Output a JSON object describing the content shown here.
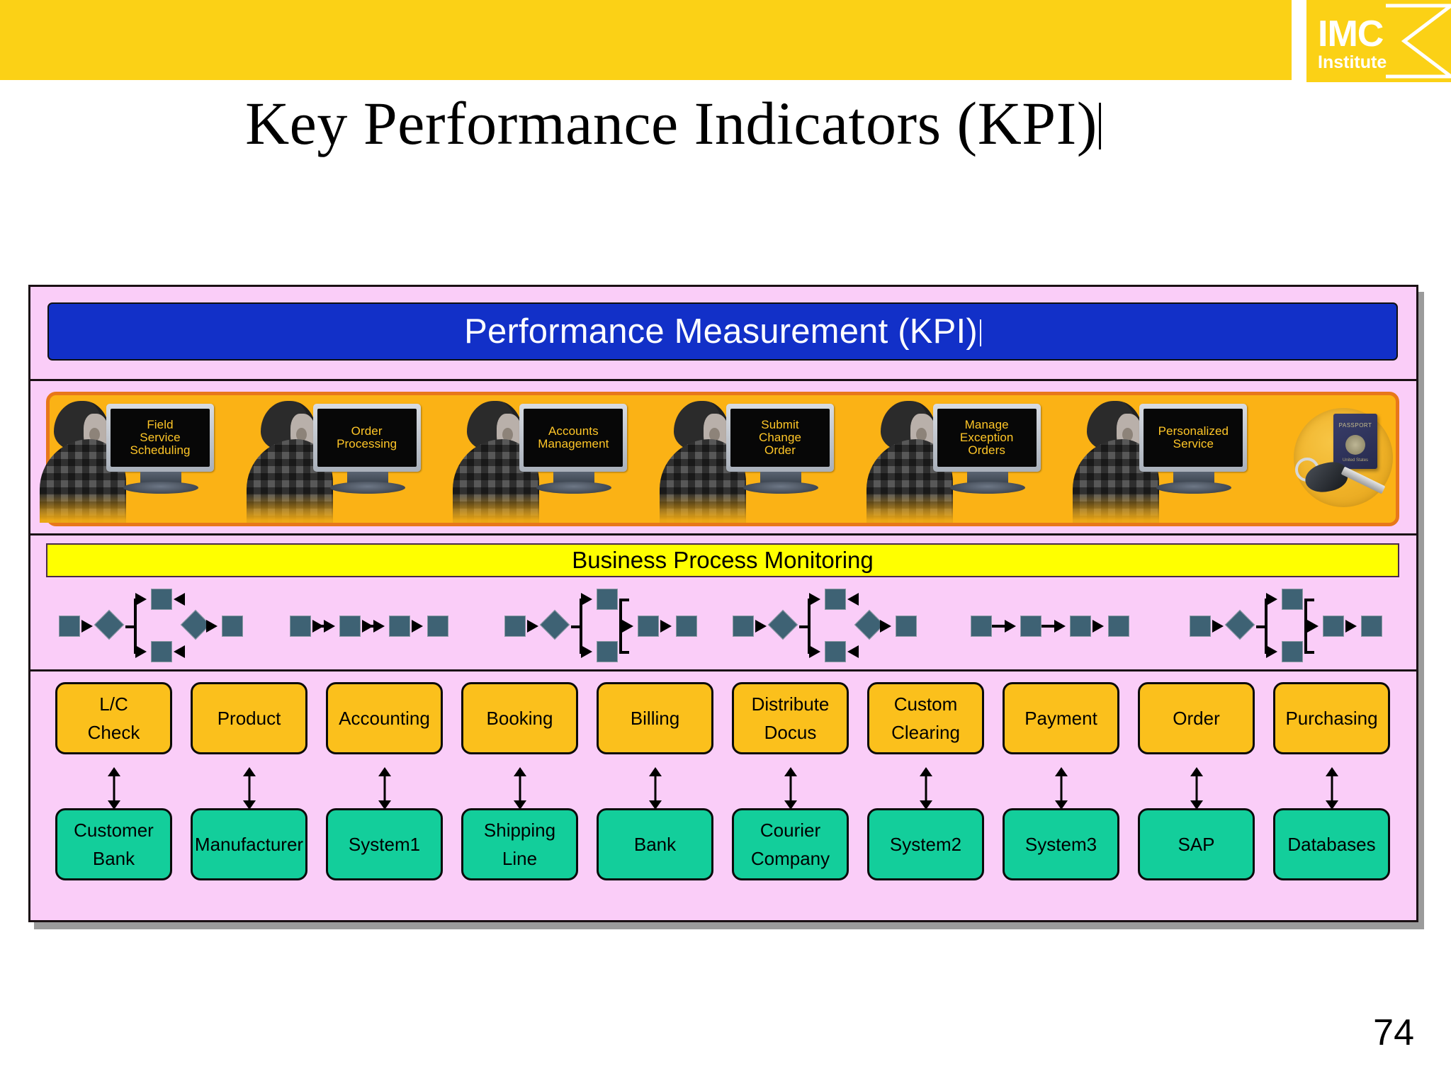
{
  "header": {
    "bar_color": "#FBD116",
    "logo": {
      "name": "IMC",
      "subtitle": "Institute",
      "icon": "chevron-logo-icon"
    }
  },
  "title": {
    "text": "Key Performance Indicators (KPI)"
  },
  "panel": {
    "background": "#FACDF8",
    "banner": {
      "text": "Performance Measurement (KPI)",
      "color": "#1230C8"
    },
    "monitoring_bar": {
      "text": "Business Process Monitoring",
      "color": "#FFFF00"
    },
    "workers": [
      {
        "screen": "Field\nService\nScheduling"
      },
      {
        "screen": "Order\nProcessing"
      },
      {
        "screen": "Accounts\nManagement"
      },
      {
        "screen": "Submit\nChange\nOrder"
      },
      {
        "screen": "Manage\nException\nOrders"
      },
      {
        "screen": "Personalized\nService"
      }
    ],
    "passport": {
      "label": "PASSPORT",
      "sublabel": "United States",
      "icon": "passport-keys-icon"
    },
    "tasks": [
      {
        "line1": "L/C",
        "line2": "Check"
      },
      {
        "line1": "Product",
        "line2": ""
      },
      {
        "line1": "Accounting",
        "line2": ""
      },
      {
        "line1": "Booking",
        "line2": ""
      },
      {
        "line1": "Billing",
        "line2": ""
      },
      {
        "line1": "Distribute",
        "line2": "Docus"
      },
      {
        "line1": "Custom",
        "line2": "Clearing"
      },
      {
        "line1": "Payment",
        "line2": ""
      },
      {
        "line1": "Order",
        "line2": ""
      },
      {
        "line1": "Purchasing",
        "line2": ""
      }
    ],
    "systems": [
      {
        "line1": "Customer",
        "line2": "Bank"
      },
      {
        "line1": "Manufacturer",
        "line2": ""
      },
      {
        "line1": "System1",
        "line2": ""
      },
      {
        "line1": "Shipping",
        "line2": "Line"
      },
      {
        "line1": "Bank",
        "line2": ""
      },
      {
        "line1": "Courier",
        "line2": "Company"
      },
      {
        "line1": "System2",
        "line2": ""
      },
      {
        "line1": "System3",
        "line2": ""
      },
      {
        "line1": "SAP",
        "line2": ""
      },
      {
        "line1": "Databases",
        "line2": ""
      }
    ],
    "flows": [
      {
        "type": "branch"
      },
      {
        "type": "linear"
      },
      {
        "type": "branch"
      },
      {
        "type": "branch"
      },
      {
        "type": "linear"
      },
      {
        "type": "branch"
      }
    ],
    "colors": {
      "task_box": "#FBC01C",
      "system_box": "#13CE9B",
      "flow_node": "#3E6274",
      "orange_strip": "#FBB215",
      "orange_border": "#E8771A"
    }
  },
  "footer": {
    "page_number": "74"
  }
}
